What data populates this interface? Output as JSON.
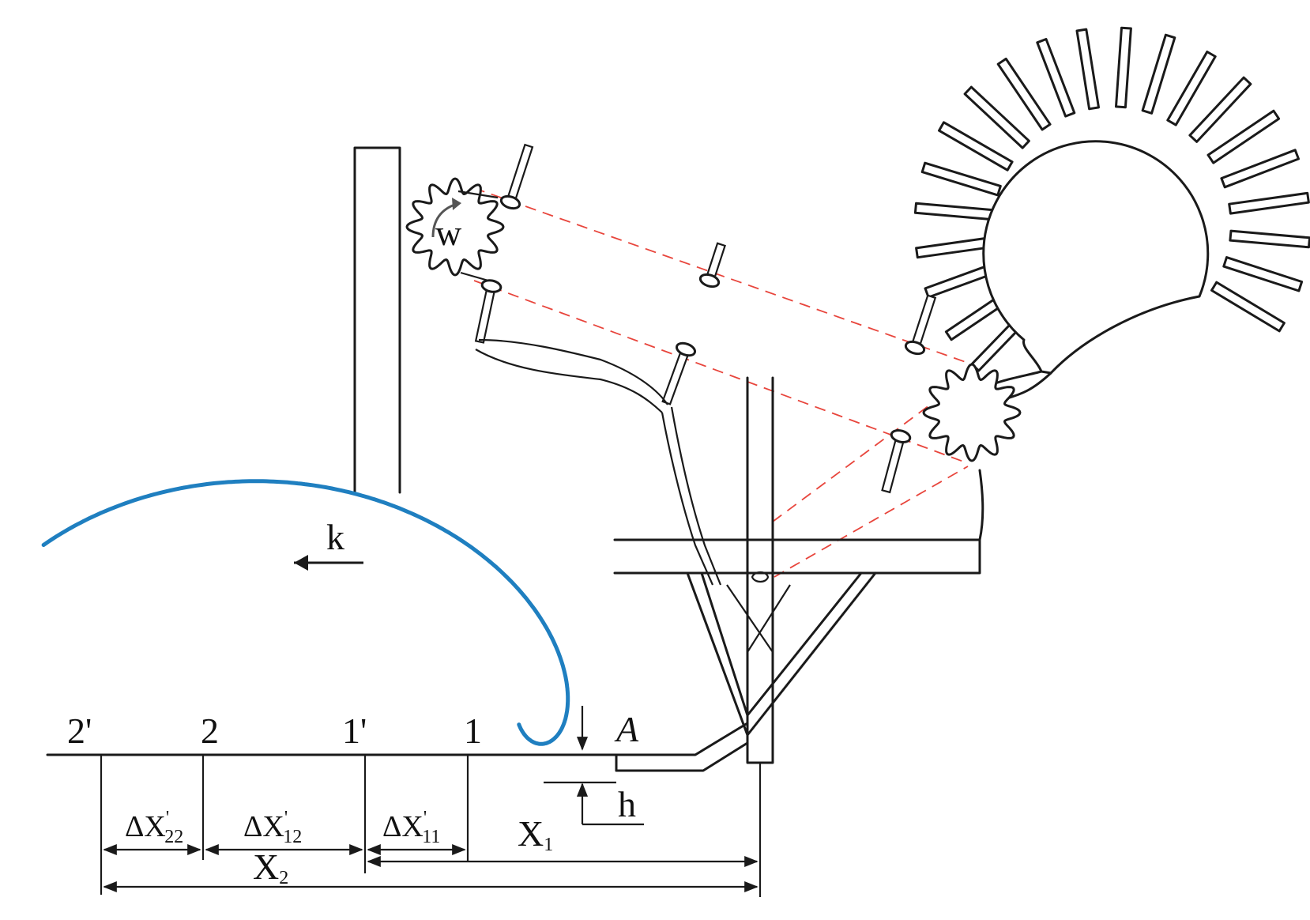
{
  "labels": {
    "w": "w",
    "k": "k",
    "A": "A",
    "h": "h",
    "p2prime": "2'",
    "p2": "2",
    "p1prime": "1'",
    "p1": "1",
    "dx22": {
      "base": "ΔX",
      "prime": "'",
      "sub": "22"
    },
    "dx12": {
      "base": "ΔX",
      "prime": "'",
      "sub": "12"
    },
    "dx11": {
      "base": "ΔX",
      "prime": "'",
      "sub": "11"
    },
    "x1": {
      "base": "X",
      "sub": "1"
    },
    "x2": {
      "base": "X",
      "sub": "2"
    }
  },
  "colors": {
    "trajectory": "#1f7fc0",
    "laser": "#e8453c",
    "ink": "#1a1a1a",
    "background": "#ffffff"
  },
  "icons": {
    "rotation_arrow": "curved-arrow-icon",
    "direction_arrow": "left-arrow-icon"
  }
}
